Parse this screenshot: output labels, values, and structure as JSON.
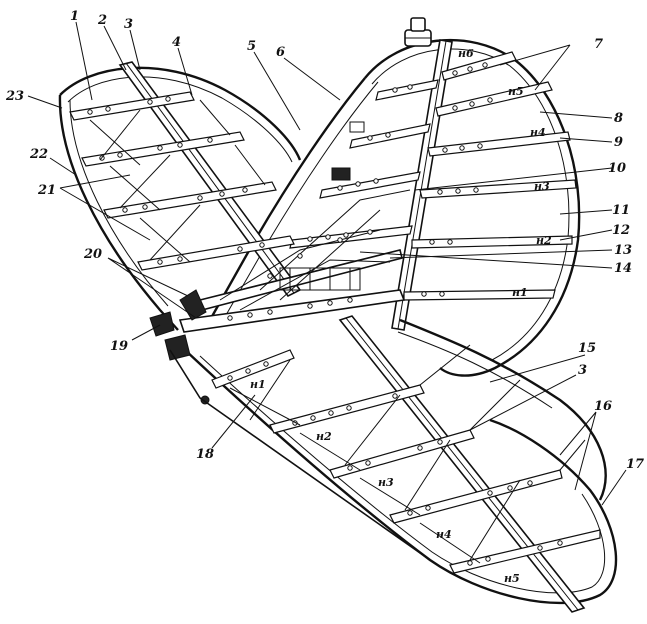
{
  "diagram": {
    "callouts": [
      "1",
      "2",
      "3",
      "4",
      "5",
      "6",
      "7",
      "8",
      "9",
      "10",
      "11",
      "12",
      "13",
      "14",
      "15",
      "3",
      "16",
      "17",
      "18",
      "19",
      "20",
      "21",
      "22",
      "23"
    ],
    "fin_ribs": [
      "н6",
      "н5",
      "н4",
      "н3",
      "н2",
      "н1"
    ],
    "stab_ribs": [
      "н1",
      "н2",
      "н3",
      "н4",
      "н5"
    ]
  }
}
